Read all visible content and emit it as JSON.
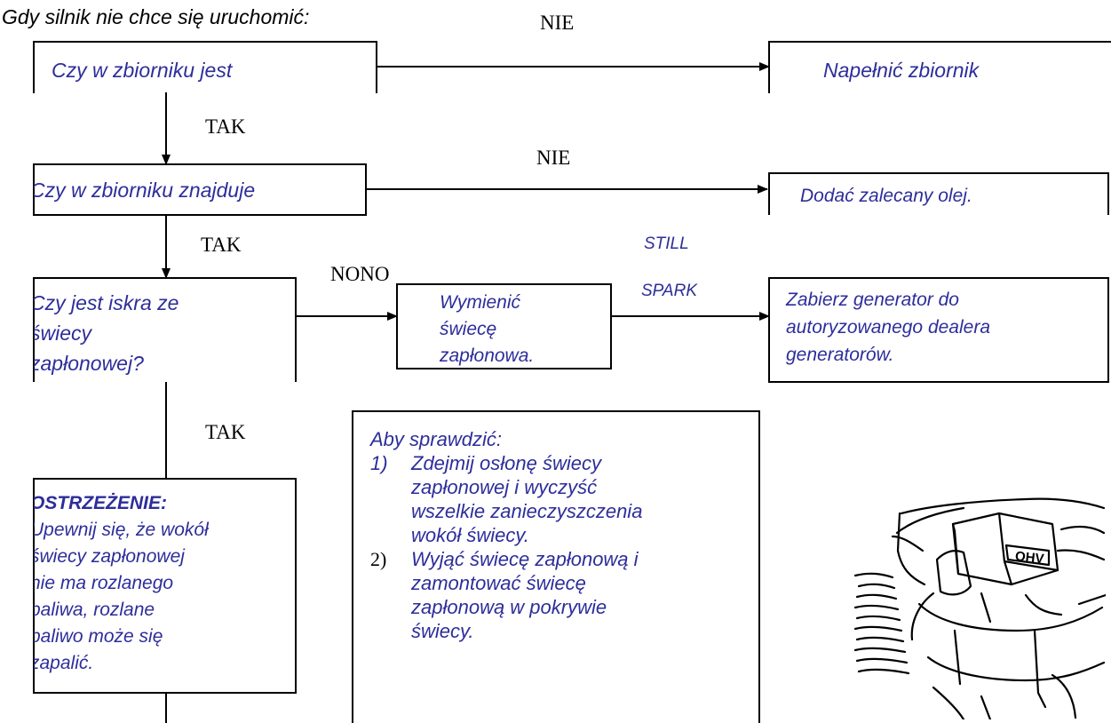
{
  "heading": "Gdy silnik nie chce się uruchomić:",
  "flow": {
    "q1": "Czy w zbiorniku jest",
    "a1_no": "NIE",
    "r1": "Napełnić zbiornik",
    "a1_yes": "TAK",
    "q2": "Czy w zbiorniku znajduje",
    "a2_no": "NIE",
    "r2": "Dodać zalecany olej.",
    "a2_yes": "TAK",
    "q3_lines": [
      "Czy jest iskra ze",
      "świecy",
      "zapłonowej?"
    ],
    "a3_no": "NONO",
    "r3_lines": [
      "Wymienić",
      "świecę",
      "zapłonowa."
    ],
    "still": "STILL",
    "spark": "SPARK",
    "r4_lines": [
      "Zabierz generator do",
      "autoryzowanego dealera",
      "generatorów."
    ],
    "a3_yes": "TAK"
  },
  "warning": {
    "title": "OSTRZEŻENIE:",
    "lines": [
      "Upewnij się, że wokół",
      "świecy zapłonowej",
      "nie ma rozlanego",
      "paliwa, rozlane",
      "paliwo może się",
      "zapalić."
    ]
  },
  "instructions": {
    "intro": "Aby sprawdzić:",
    "step1_num": "1)",
    "step1_lines": [
      "Zdejmij osłonę świecy",
      "zapłonowej i wyczyść",
      "wszelkie zanieczyszczenia",
      "wokół świecy."
    ],
    "step2_num": "2)",
    "step2_lines": [
      "Wyjąć świecę zapłonową i",
      "zamontować świecę",
      "zapłonową w pokrywie",
      "świecy."
    ]
  },
  "image": {
    "label": "OHV"
  },
  "colors": {
    "text_blue": "#2d2d9b",
    "line": "#000000"
  }
}
